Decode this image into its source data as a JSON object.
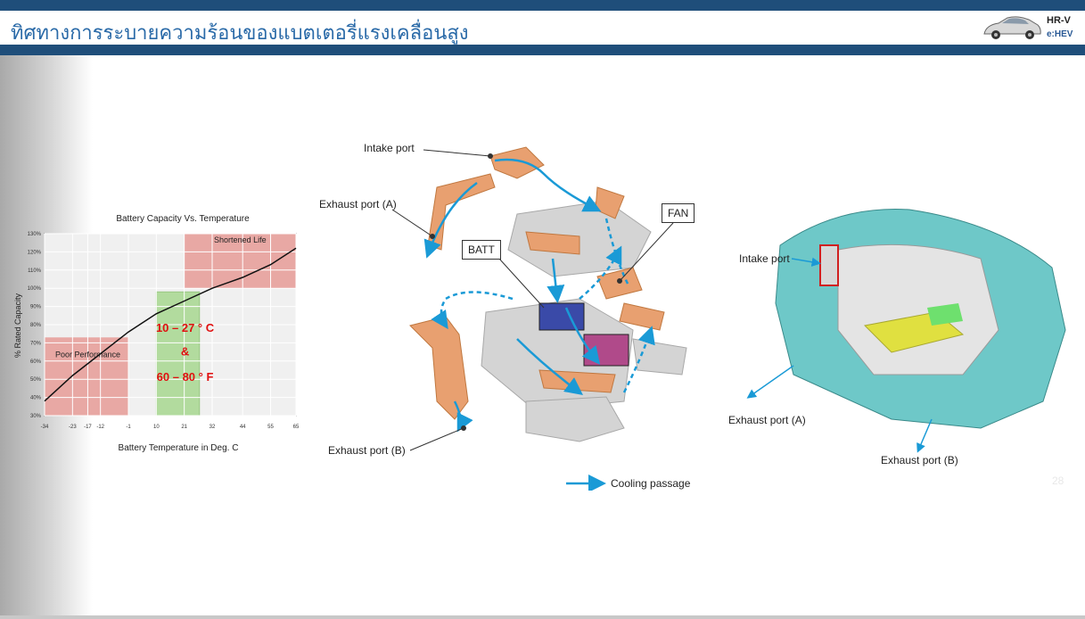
{
  "header": {
    "title": "ทิศทางการระบายความร้อนของแบตเตอรี่แรงเคลื่อนสูง",
    "model": "HR-V",
    "badge": "e:HEV"
  },
  "battery_chart": {
    "chart_data": {
      "type": "line",
      "title": "Battery Capacity Vs. Temperature",
      "xlabel": "Battery Temperature in Deg. C",
      "ylabel": "% Rated Capacity",
      "x_ticks": [
        "-34",
        "-23",
        "-17",
        "-12",
        "-1",
        "10",
        "21",
        "32",
        "44",
        "55",
        "65"
      ],
      "y_ticks": [
        "130%",
        "120%",
        "110%",
        "100%",
        "90%",
        "80%",
        "70%",
        "60%",
        "50%",
        "40%",
        "30%"
      ],
      "ylim": [
        30,
        130
      ],
      "grid": true,
      "x": [
        -34,
        -23,
        -12,
        -1,
        10,
        21,
        32,
        44,
        55,
        65
      ],
      "y": [
        38,
        52,
        64,
        76,
        86,
        93,
        100,
        106,
        113,
        122
      ]
    },
    "regions": {
      "shortened_life": "Shortened Life",
      "poor_performance": "Poor Performance"
    },
    "optimal": {
      "celsius": "10 – 27 ° C",
      "and": "&",
      "fahrenheit": "60 – 80 ° F"
    },
    "colors": {
      "shortened": "#e8a8a4",
      "poor": "#e8a8a4",
      "optimal": "#a8d890",
      "optimal_text": "#e01010"
    }
  },
  "cooling_diagram": {
    "intake_port": "Intake port",
    "exhaust_a": "Exhaust port (A)",
    "exhaust_b": "Exhaust port (B)",
    "batt_label": "BATT",
    "fan_label": "FAN",
    "legend": "Cooling passage",
    "colors": {
      "flow": "#1a9ad6",
      "duct": "#e8a070",
      "frame": "#c8c8c8"
    }
  },
  "rear_view": {
    "intake_port": "Intake port",
    "exhaust_a": "Exhaust port (A)",
    "exhaust_b": "Exhaust port (B)",
    "colors": {
      "body": "#6ec8c8",
      "battery": "#e0e040"
    }
  },
  "page_number": "28"
}
